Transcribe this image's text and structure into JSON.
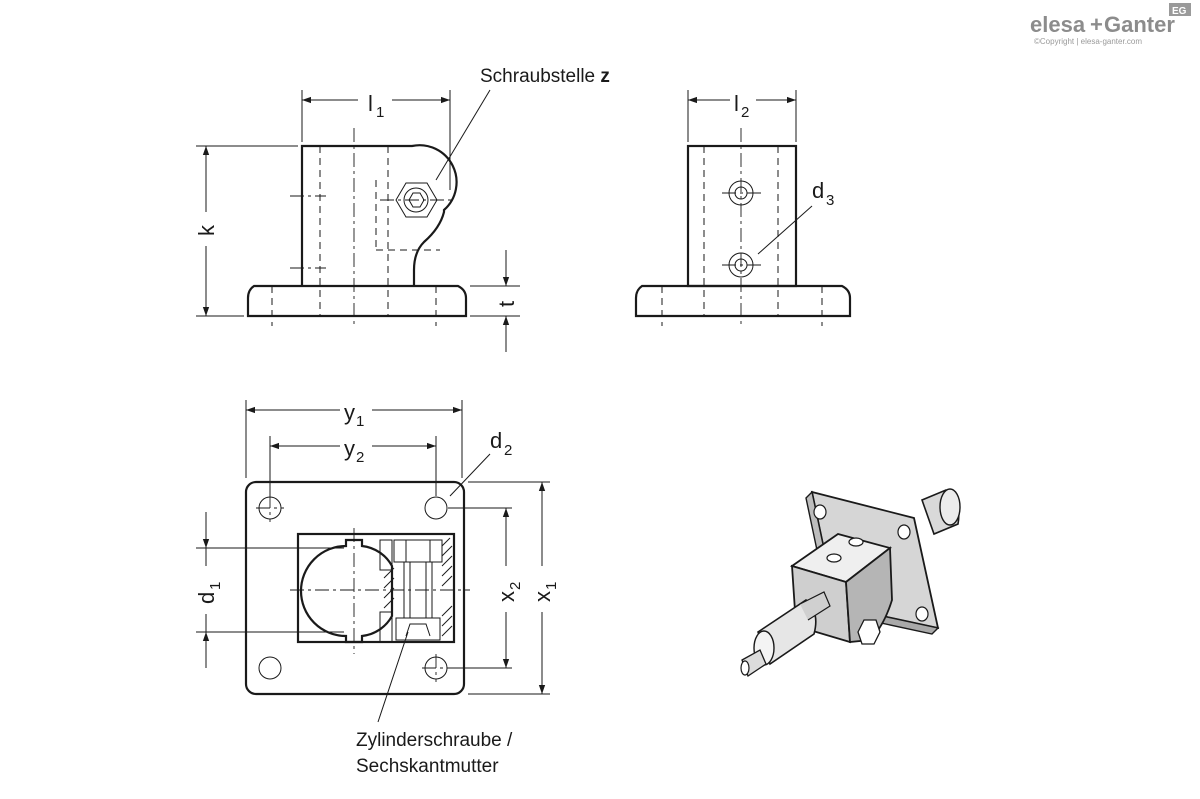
{
  "logo": {
    "brand_left": "elesa",
    "brand_plus": "+",
    "brand_right": "Ganter",
    "badge": "EG",
    "copyright": "©Copyright | elesa-ganter.com"
  },
  "labels": {
    "l1": "l",
    "l1_sub": "1",
    "l2": "l",
    "l2_sub": "2",
    "k": "k",
    "t": "t",
    "d3": "d",
    "d3_sub": "3",
    "d2": "d",
    "d2_sub": "2",
    "d1": "d",
    "d1_sub": "1",
    "y1": "y",
    "y1_sub": "1",
    "y2": "y",
    "y2_sub": "2",
    "x1": "x",
    "x1_sub": "1",
    "x2": "x",
    "x2_sub": "2",
    "schraubstelle": "Schraubstelle ",
    "schraubstelle_z": "z",
    "zylinder_line1": "Zylinderschraube /",
    "zylinder_line2": "Sechskantmutter"
  }
}
